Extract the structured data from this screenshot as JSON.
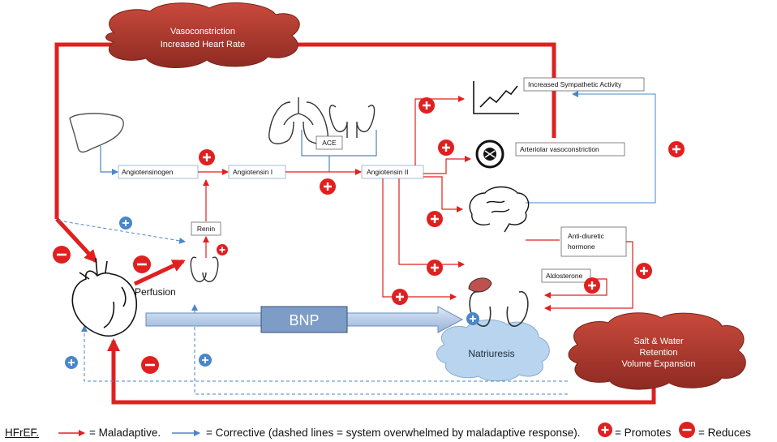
{
  "clouds": {
    "top": [
      "Vasoconstriction",
      "Increased Heart Rate"
    ],
    "salt": [
      "Salt & Water",
      "Retention",
      "Volume Expansion"
    ],
    "natriuresis": "Natriuresis"
  },
  "nodes": {
    "angiotensinogen": "Angiotensinogen",
    "angiotensin1": "Angiotensin I",
    "angiotensin2": "Angiotensin II",
    "ace": "ACE",
    "renin": "Renin",
    "sympathetic": "Increased Sympathetic Activity",
    "arteriolar": "Arteriolar vasoconstriction",
    "adh": [
      "Anti-diuretic",
      "hormone"
    ],
    "aldosterone": "Aldosterone"
  },
  "labels": {
    "perfusion": "Perfusion",
    "bnp": "BNP"
  },
  "legend": {
    "hfref": "HFrEF.",
    "maladaptive": "= Maladaptive.",
    "corrective": "= Corrective (dashed lines = system overwhelmed by  maladaptive response).",
    "promotes": "= Promotes",
    "reduces": "= Reduces"
  },
  "colors": {
    "maladaptive": "#e02020",
    "corrective": "#4a86c8",
    "cloud_red": "#b23a2e",
    "cloud_blue": "#b8d4ee",
    "bnp_box": "#7d9cc6"
  }
}
